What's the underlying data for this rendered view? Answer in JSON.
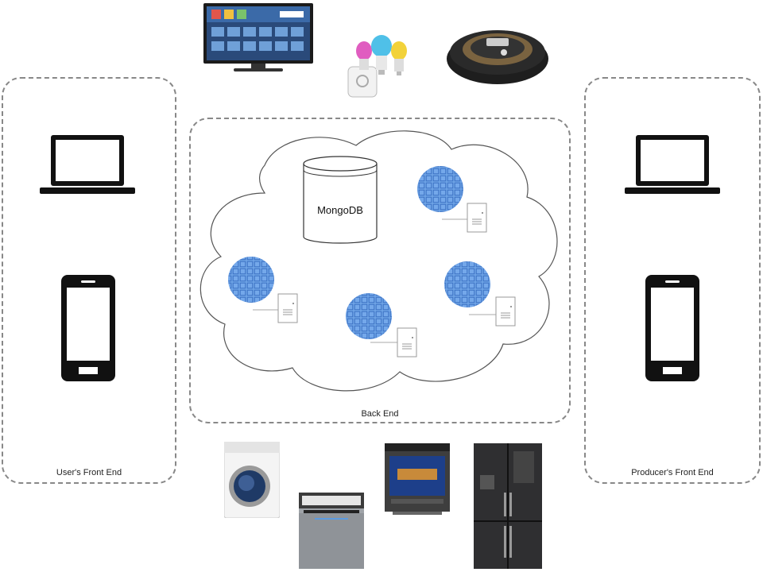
{
  "users_front_end": {
    "label": "User's Front End"
  },
  "producers_front_end": {
    "label": "Producer's Front End"
  },
  "back_end": {
    "label": "Back End",
    "database_label": "MongoDB"
  },
  "colors": {
    "dash": "#888888",
    "node_fill": "#6fa3e6",
    "node_grid": "#3f77c9",
    "device_black": "#111111",
    "cloud_stroke": "#555555"
  },
  "devices": {
    "top": [
      "smart-tv",
      "smart-bulbs",
      "robot-vacuum"
    ],
    "bottom": [
      "washing-machine",
      "dishwasher",
      "oven",
      "refrigerator"
    ]
  }
}
